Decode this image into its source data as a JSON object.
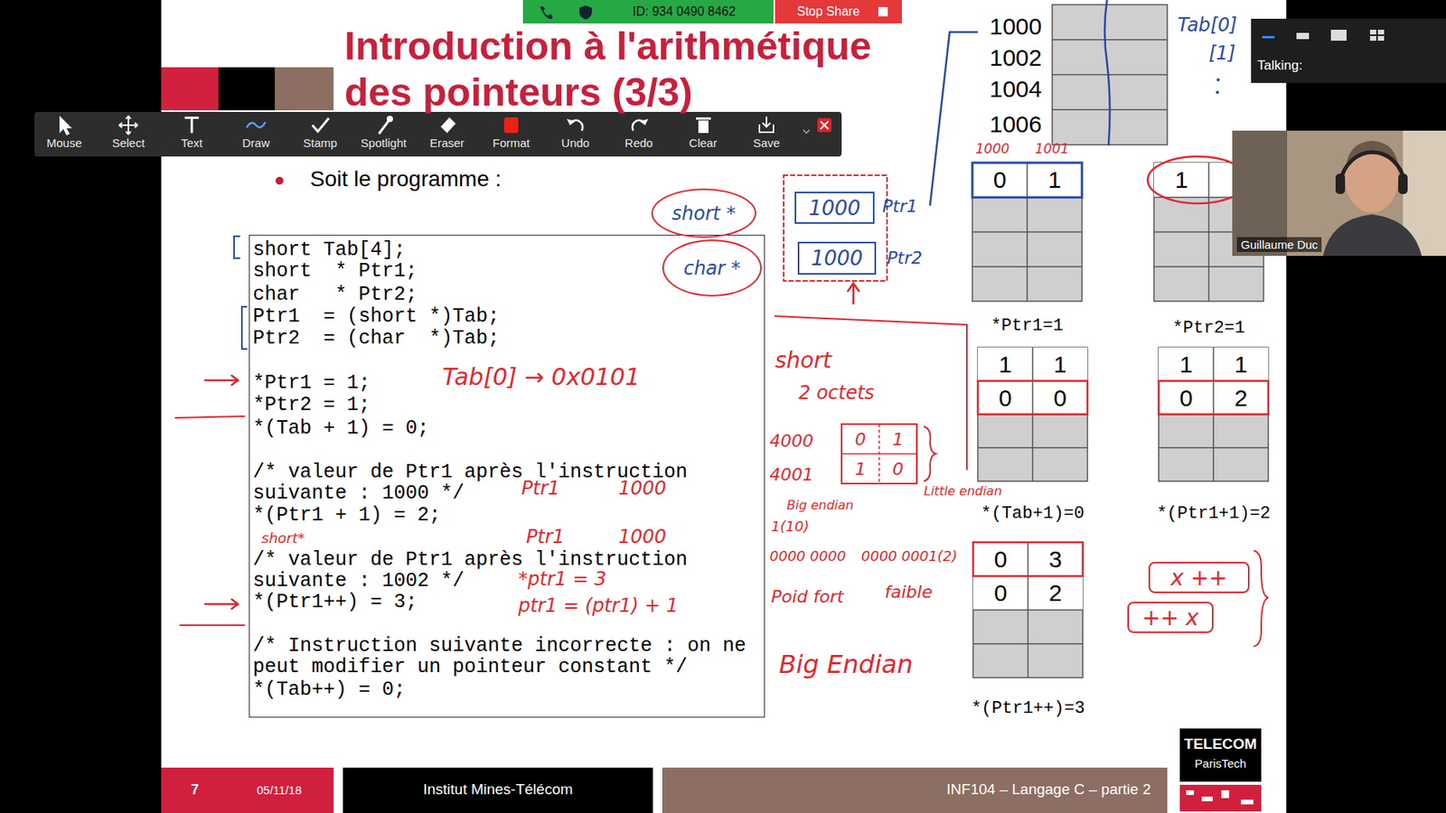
{
  "diagram": {
    "title": "Introduction à l'arithmétique des pointeurs (3/3)",
    "nodes": [
      {
        "text": [
          "ID: 934 0490 8462"
        ]
      },
      {
        "text": [
          "Stop Share"
        ]
      },
      {
        "text": [
          "short Tab[4];",
          "short  * Ptr1;",
          "char   * Ptr2;",
          "Ptr1  = (short *)Tab;",
          "Ptr2  = (char  *)Tab;",
          "*Ptr1 = 1;",
          "*Ptr2 = 1;",
          "*(Tab + 1) = 0;",
          "/* valeur de Ptr1 après l'instruction suivante : 1000 */",
          "*(Ptr1 + 1) = 2;",
          "/* valeur de Ptr1 après l'instruction suivante : 1002 */",
          "*(Ptr1++) = 3;",
          "/* Instruction suivante incorrecte : on ne peut modifier un pointeur constant */",
          "*(Tab++) = 0;"
        ]
      },
      {
        "text": [
          "7",
          "05/11/18"
        ]
      },
      {
        "text": [
          "Institut Mines-Télécom"
        ]
      },
      {
        "text": [
          "INF104 – Langage C – partie 2"
        ]
      },
      {
        "text": [
          "TELECOM",
          "ParisTech"
        ]
      },
      {
        "text": [
          "1000",
          "Ptr1"
        ]
      },
      {
        "text": [
          "1000",
          "Ptr2"
        ]
      },
      {
        "text": [
          "short *"
        ]
      },
      {
        "text": [
          "char *"
        ]
      },
      {
        "text": [
          "1000",
          "1002",
          "1004",
          "1006",
          "Tab[0]",
          "[1]"
        ]
      },
      {
        "text": [
          "1000",
          "1001",
          "*Ptr1=1"
        ]
      },
      {
        "text": [
          "0"
        ],
        "in": 12
      },
      {
        "text": [
          "1"
        ],
        "in": 12
      },
      {
        "text": [
          "*Ptr2=1"
        ]
      },
      {
        "text": [
          "1"
        ],
        "in": 15
      },
      {
        "text": [
          "*(Tab+1)=0"
        ]
      },
      {
        "text": [
          "1"
        ],
        "in": 17
      },
      {
        "text": [
          "1"
        ],
        "in": 17
      },
      {
        "text": [
          "0"
        ],
        "in": 17
      },
      {
        "text": [
          "0"
        ],
        "in": 17
      },
      {
        "text": [
          "*(Ptr1+1)=2"
        ]
      },
      {
        "text": [
          "1"
        ],
        "in": 22
      },
      {
        "text": [
          "1"
        ],
        "in": 22
      },
      {
        "text": [
          "0"
        ],
        "in": 22
      },
      {
        "text": [
          "2"
        ],
        "in": 22
      },
      {
        "text": [
          "*(Ptr1++)=3"
        ]
      },
      {
        "text": [
          "0"
        ],
        "in": 27
      },
      {
        "text": [
          "3"
        ],
        "in": 27
      },
      {
        "text": [
          "0"
        ],
        "in": 27
      },
      {
        "text": [
          "2"
        ],
        "in": 27
      },
      {
        "text": [
          "4000",
          "4001"
        ]
      },
      {
        "text": [
          "0"
        ],
        "in": 32
      },
      {
        "text": [
          "1"
        ],
        "in": 32
      },
      {
        "text": [
          "1"
        ],
        "in": 32
      },
      {
        "text": [
          "0"
        ],
        "in": 32
      },
      {
        "text": [
          "x ++"
        ]
      },
      {
        "text": [
          "++ x"
        ]
      },
      {
        "text": [
          "Mouse",
          "Select",
          "Text",
          "Draw",
          "Stamp",
          "Spotlight",
          "Eraser",
          "Format",
          "Undo",
          "Redo",
          "Clear",
          "Save"
        ]
      },
      {
        "text": [
          "Talking:"
        ]
      },
      {
        "text": [
          "Guillaume Duc"
        ]
      }
    ],
    "labels": [
      "Soit le programme :",
      "Tab[0] → 0x0101",
      "Ptr1",
      "1000",
      "Ptr1",
      "1000",
      "*ptr1 = 3",
      "ptr1 = (ptr1) + 1",
      "short*",
      "short",
      "2 octets",
      "Little endian",
      "Big endian",
      "1(10)",
      "0000 0000",
      "0000 0001(2)",
      "Poid fort",
      "faible",
      "Big Endian"
    ]
  }
}
